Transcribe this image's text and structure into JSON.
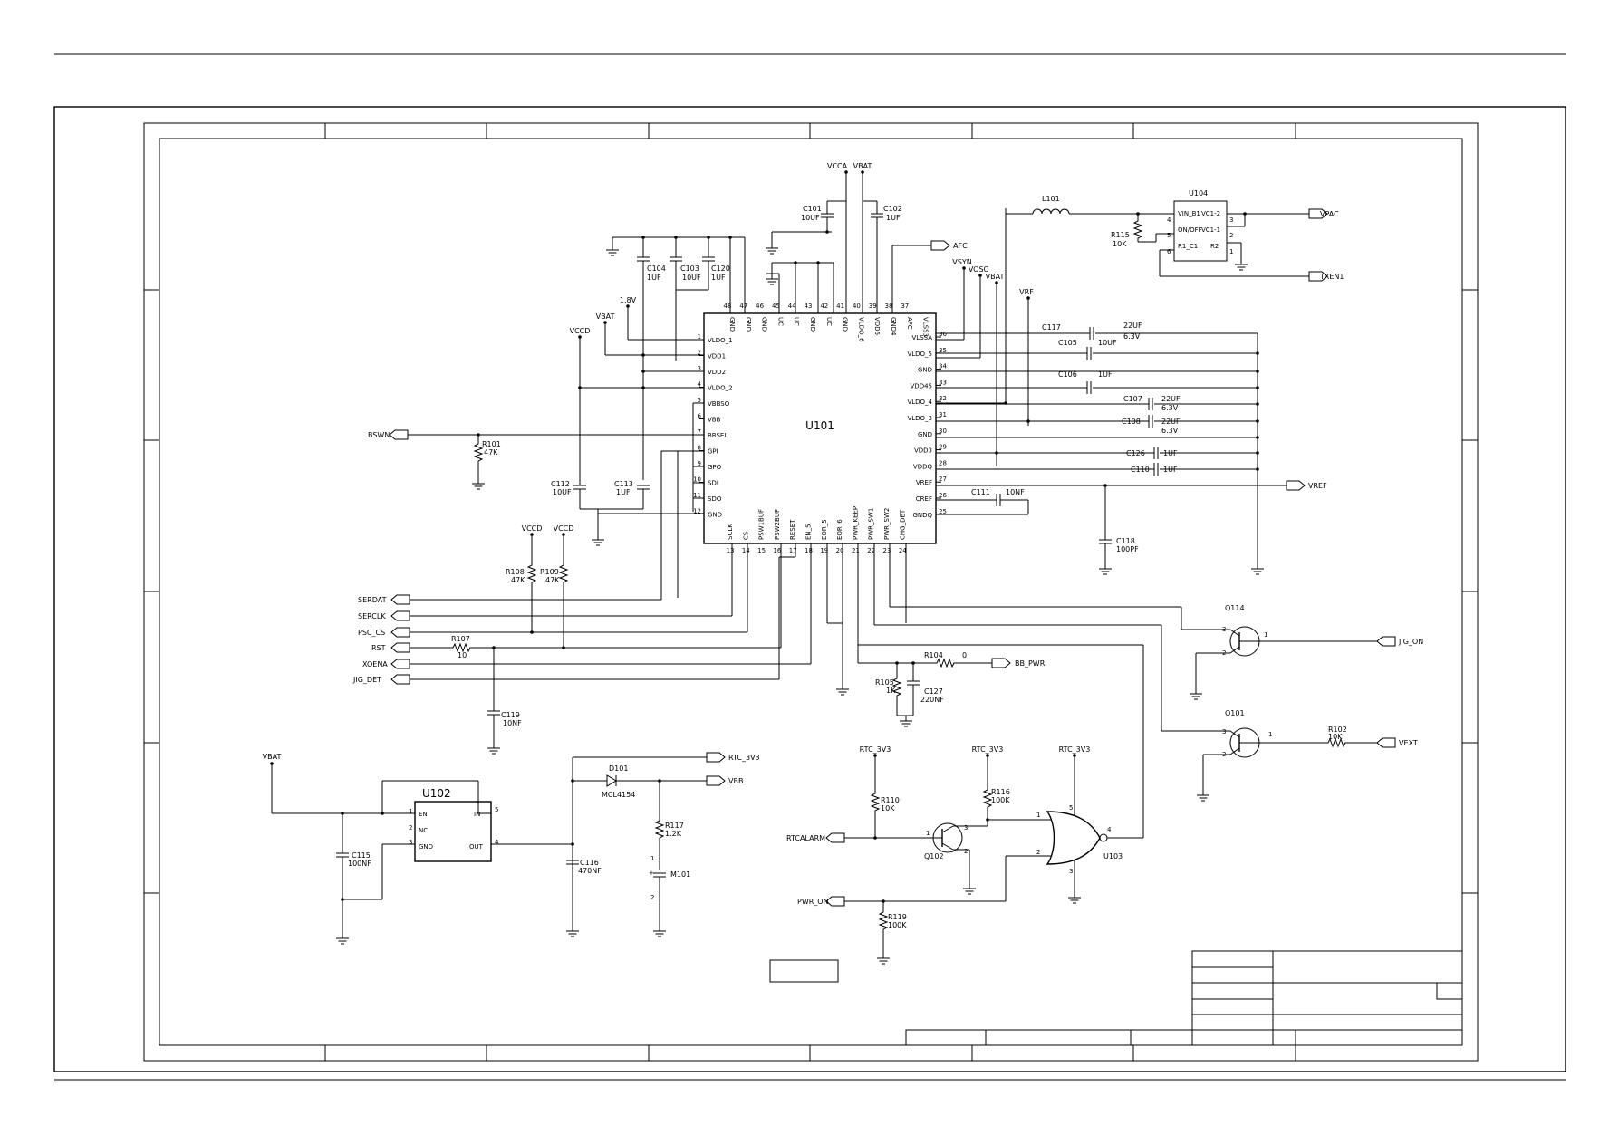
{
  "chip_u101": {
    "ref": "U101",
    "left_pins": [
      {
        "num": "1",
        "name": "VLDO_1"
      },
      {
        "num": "2",
        "name": "VDD1"
      },
      {
        "num": "3",
        "name": "VDD2"
      },
      {
        "num": "4",
        "name": "VLDO_2"
      },
      {
        "num": "5",
        "name": "VBBSO"
      },
      {
        "num": "6",
        "name": "VBB"
      },
      {
        "num": "7",
        "name": "BBSEL"
      },
      {
        "num": "8",
        "name": "GPI"
      },
      {
        "num": "9",
        "name": "GPO"
      },
      {
        "num": "10",
        "name": "SDI"
      },
      {
        "num": "11",
        "name": "SDO"
      },
      {
        "num": "12",
        "name": "GND"
      }
    ],
    "right_pins": [
      {
        "num": "36",
        "name": "VLSSA"
      },
      {
        "num": "35",
        "name": "VLDO_5"
      },
      {
        "num": "34",
        "name": "GND"
      },
      {
        "num": "33",
        "name": "VDD45"
      },
      {
        "num": "32",
        "name": "VLDO_4"
      },
      {
        "num": "31",
        "name": "VLDO_3"
      },
      {
        "num": "30",
        "name": "GND"
      },
      {
        "num": "29",
        "name": "VDD3"
      },
      {
        "num": "28",
        "name": "VDDQ"
      },
      {
        "num": "27",
        "name": "VREF"
      },
      {
        "num": "26",
        "name": "CREF"
      },
      {
        "num": "25",
        "name": "GNDQ"
      }
    ],
    "top_pins": [
      {
        "num": "48",
        "name": "GND"
      },
      {
        "num": "47",
        "name": "GND"
      },
      {
        "num": "46",
        "name": "GND"
      },
      {
        "num": "45",
        "name": "UC"
      },
      {
        "num": "44",
        "name": "UC"
      },
      {
        "num": "43",
        "name": "GND"
      },
      {
        "num": "42",
        "name": "UC"
      },
      {
        "num": "41",
        "name": "GND"
      },
      {
        "num": "40",
        "name": "VLDO_6"
      },
      {
        "num": "39",
        "name": "VDD6"
      },
      {
        "num": "38",
        "name": "GND4"
      },
      {
        "num": "37",
        "name": "AFC"
      }
    ],
    "top_extra": "VLSS3",
    "bottom_pins": [
      {
        "num": "13",
        "name": "SCLK"
      },
      {
        "num": "14",
        "name": "CS"
      },
      {
        "num": "15",
        "name": "PSW1BUF"
      },
      {
        "num": "16",
        "name": "PSW2BUF"
      },
      {
        "num": "17",
        "name": "RESET"
      },
      {
        "num": "18",
        "name": "EN_5"
      },
      {
        "num": "19",
        "name": "EOR_5"
      },
      {
        "num": "20",
        "name": "EOR_6"
      },
      {
        "num": "21",
        "name": "PWR_KEEP"
      },
      {
        "num": "22",
        "name": "PWR_SW1"
      },
      {
        "num": "23",
        "name": "PWR_SW2"
      },
      {
        "num": "24",
        "name": "CHG_DET"
      }
    ]
  },
  "components": {
    "c101": {
      "ref": "C101",
      "val": "10UF"
    },
    "c102": {
      "ref": "C102",
      "val": "1UF"
    },
    "c104": {
      "ref": "C104",
      "val": "1UF"
    },
    "c103": {
      "ref": "C103",
      "val": "10UF"
    },
    "c120": {
      "ref": "C120",
      "val": "1UF"
    },
    "l101": {
      "ref": "L101"
    },
    "u104": {
      "ref": "U104",
      "pins": [
        "VIN_B1",
        "ON/OFF",
        "R1_C1",
        "VC1-2",
        "VC1-1",
        "R2"
      ],
      "nums": [
        "4",
        "5",
        "6",
        "3",
        "2",
        "1"
      ]
    },
    "r115": {
      "ref": "R115",
      "val": "10K"
    },
    "c117": {
      "ref": "C117",
      "val": "22UF",
      "val2": "6.3V"
    },
    "c105": {
      "ref": "C105",
      "val": "10UF"
    },
    "c106": {
      "ref": "C106",
      "val": "1UF"
    },
    "c107": {
      "ref": "C107",
      "val": "22UF",
      "val2": "6.3V"
    },
    "c108": {
      "ref": "C108",
      "val": "22UF",
      "val2": "6.3V"
    },
    "c126": {
      "ref": "C126",
      "val": "1UF"
    },
    "c110": {
      "ref": "C110",
      "val": "1UF"
    },
    "c111": {
      "ref": "C111",
      "val": "10NF"
    },
    "c118": {
      "ref": "C118",
      "val": "100PF"
    },
    "r101": {
      "ref": "R101",
      "val": "47K"
    },
    "c112": {
      "ref": "C112",
      "val": "10UF"
    },
    "c113": {
      "ref": "C113",
      "val": "1UF"
    },
    "r108": {
      "ref": "R108",
      "val": "47K"
    },
    "r109": {
      "ref": "R109",
      "val": "47K"
    },
    "r107": {
      "ref": "R107",
      "val": "10"
    },
    "c119": {
      "ref": "C119",
      "val": "10NF"
    },
    "r104": {
      "ref": "R104",
      "val": "0"
    },
    "r105": {
      "ref": "R105",
      "val": "1K"
    },
    "c127": {
      "ref": "C127",
      "val": "220NF"
    },
    "q114": {
      "ref": "Q114"
    },
    "q101": {
      "ref": "Q101"
    },
    "r102": {
      "ref": "R102",
      "val": "10K"
    },
    "u102": {
      "ref": "U102",
      "pins": [
        "EN",
        "NC",
        "GND",
        "IN",
        "OUT"
      ]
    },
    "c115": {
      "ref": "C115",
      "val": "100NF"
    },
    "c116": {
      "ref": "C116",
      "val": "470NF"
    },
    "d101": {
      "ref": "D101",
      "val": "MCL4154"
    },
    "r117": {
      "ref": "R117",
      "val": "1.2K"
    },
    "m101": {
      "ref": "M101"
    },
    "r110": {
      "ref": "R110",
      "val": "10K"
    },
    "r116": {
      "ref": "R116",
      "val": "100K"
    },
    "q102": {
      "ref": "Q102"
    },
    "u103": {
      "ref": "U103"
    },
    "r119": {
      "ref": "R119",
      "val": "100K"
    }
  },
  "nets": {
    "vcca": "VCCA",
    "vbat": "VBAT",
    "afc": "AFC",
    "vsyn": "VSYN",
    "vosc": "VOSC",
    "vrf": "VRF",
    "vpac": "VPAC",
    "txen": "TXEN1",
    "vref": "VREF",
    "v18": "1.8V",
    "vccd": "VCCD",
    "bswn": "BSWN",
    "serdat": "SERDAT",
    "serclk": "SERCLK",
    "psc_cs": "PSC_CS",
    "rst": "RST",
    "xoena": "XOENA",
    "jig_det": "JIG_DET",
    "bb_pwr": "BB_PWR",
    "jig_on": "JIG_ON",
    "vext": "VEXT",
    "rtc_3v3_out": "RTC_3V3",
    "vbb": "VBB",
    "rtc_3v3": "RTC_3V3",
    "rtcalarm": "RTCALARM",
    "pwr_on": "PWR_ON"
  }
}
